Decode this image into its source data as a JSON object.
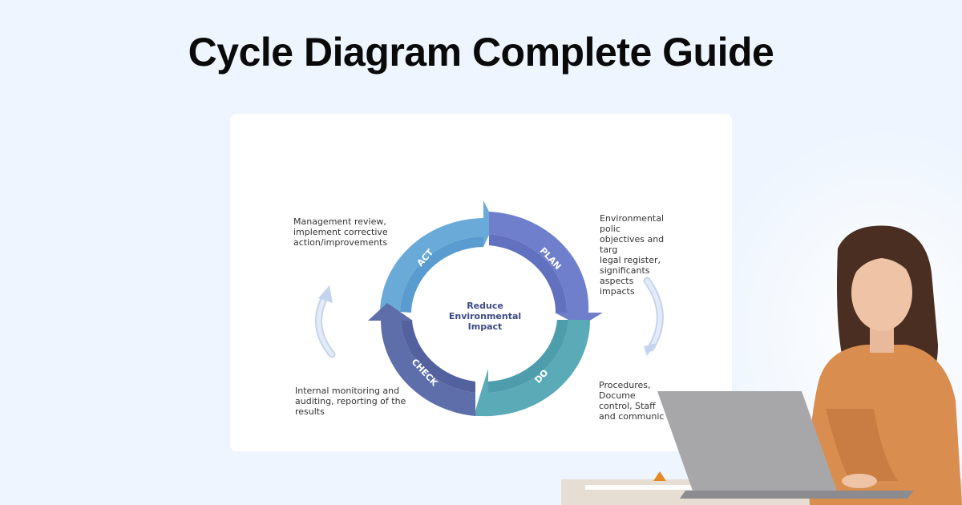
{
  "page": {
    "title": "Cycle Diagram Complete Guide"
  },
  "diagram": {
    "center": [
      "Reduce",
      "Environmental",
      "Impact"
    ],
    "segments": [
      {
        "key": "act",
        "label": "ACT",
        "color": "#6aaad8"
      },
      {
        "key": "plan",
        "label": "PLAN",
        "color": "#6f7fcb"
      },
      {
        "key": "do",
        "label": "DO",
        "color": "#5aaab8"
      },
      {
        "key": "check",
        "label": "CHECK",
        "color": "#5e6eaa"
      }
    ],
    "annotations": {
      "act": "Management review,\nimplement corrective\naction/improvements",
      "plan": "Environmental polic\nobjectives and targ\nlegal register,\nsignificants aspects\nimpacts",
      "check": "Internal monitoring and\nauditing, reporting of the\nresults",
      "do": "Procedures, Docume\ncontrol, Staff\nand communic"
    }
  },
  "colors": {
    "background": "#eef5fe",
    "card": "#ffffff",
    "title": "#0a0a0a",
    "center_text": "#3c4a86"
  }
}
